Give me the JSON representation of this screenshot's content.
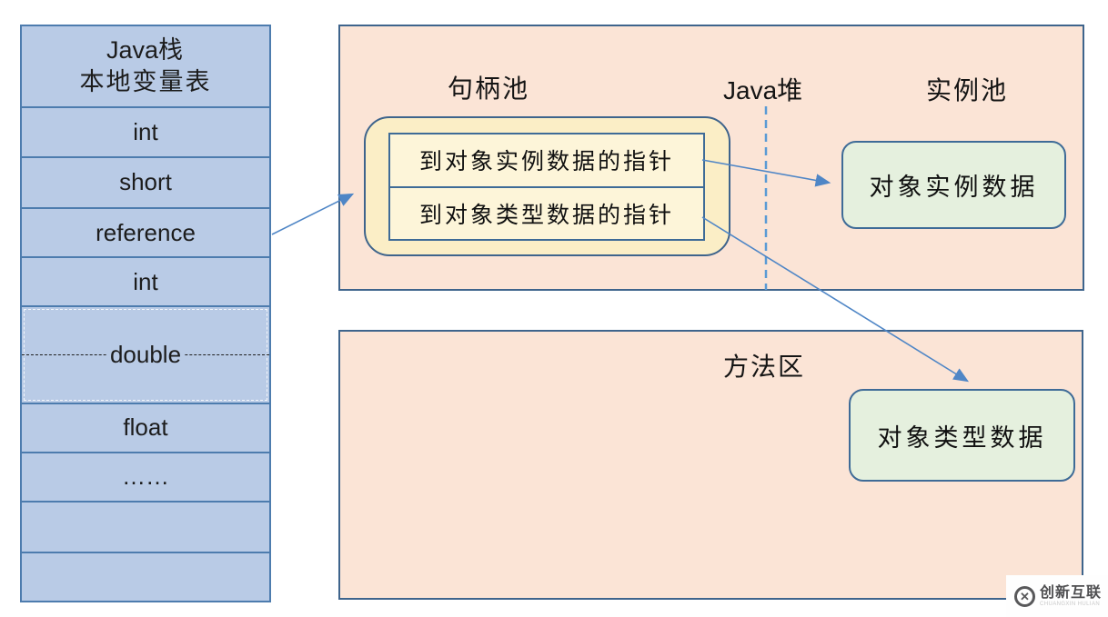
{
  "stack": {
    "title_latin": "Java",
    "title_cjk": "栈",
    "title_line2": "本地变量表",
    "rows": [
      "int",
      "short",
      "reference",
      "int",
      "double",
      "float",
      "……",
      "",
      ""
    ]
  },
  "heap": {
    "handle_pool_label": "句柄池",
    "java_heap_label_latin": "Java",
    "java_heap_label_cjk": "堆",
    "instance_pool_label": "实例池",
    "handle_cells": [
      "到对象实例数据的指针",
      "到对象类型数据的指针"
    ],
    "instance_data_label": "对象实例数据"
  },
  "method_area": {
    "label": "方法区",
    "type_data_label": "对象类型数据"
  },
  "watermark": {
    "logo_glyph": "✕",
    "brand": "创新互联",
    "subtext": "CHUANGXIN HULIAN"
  },
  "colors": {
    "stack_fill": "#b9cbe6",
    "stack_border": "#4d7cae",
    "zone_fill": "#fbe4d6",
    "zone_border": "#3e648c",
    "handle_fill": "#fbeec6",
    "handle_cell_fill": "#fdf5d9",
    "green_fill": "#e5f0de",
    "green_border": "#3e6b97",
    "arrow": "#4f86c6",
    "dashed_divider": "#5b9bd5",
    "text": "#1c1c1c"
  }
}
